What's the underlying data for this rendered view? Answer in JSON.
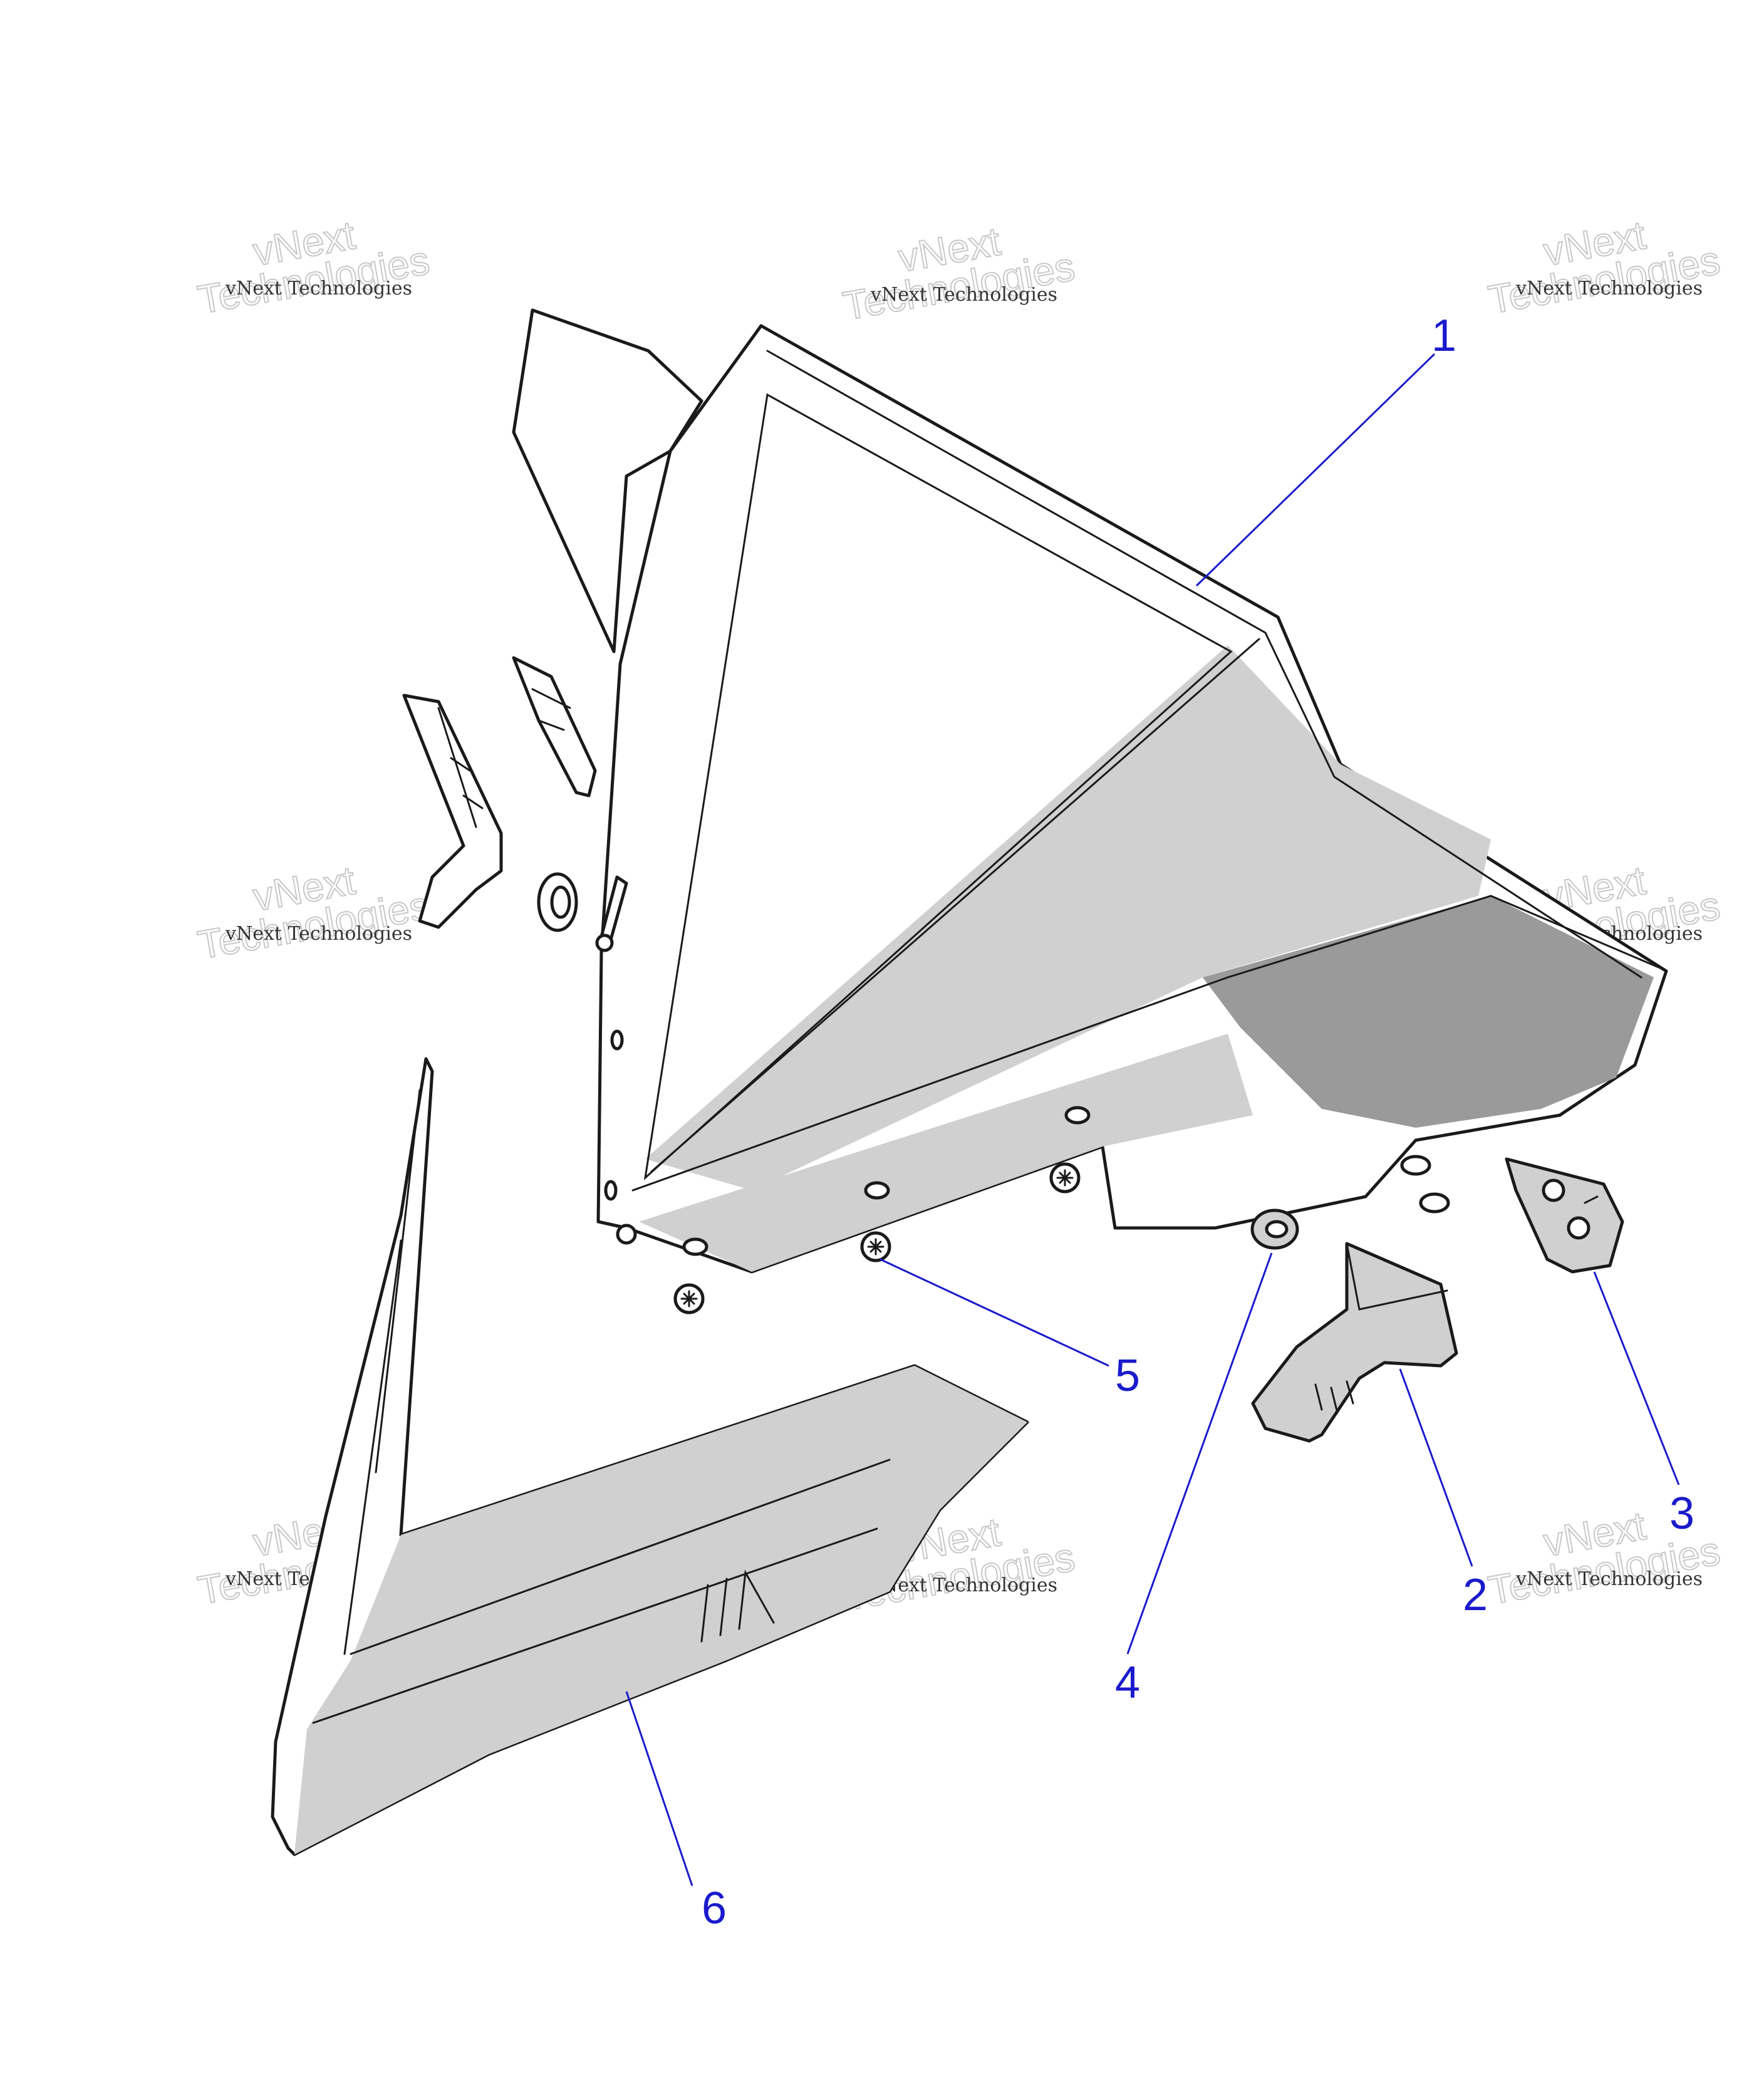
{
  "watermark": {
    "line1": "vNext Technologies",
    "line2a": "vNext",
    "line2b": "Technologies"
  },
  "callouts": [
    "1",
    "2",
    "3",
    "4",
    "5",
    "6"
  ],
  "colors": {
    "leader": "#1a1acc",
    "outline": "#1a1a1a",
    "shade_mid": "#d0d0d0",
    "shade_dark": "#9a9a9a"
  }
}
